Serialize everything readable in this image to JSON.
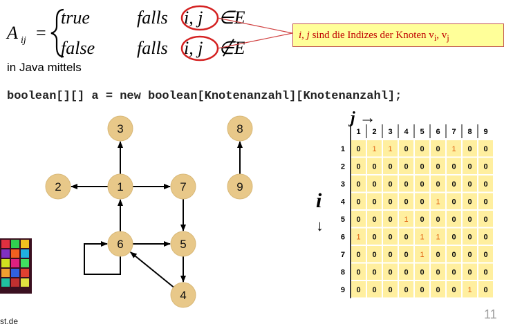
{
  "formula": {
    "lhs_var": "A",
    "lhs_sub": "ij",
    "equals": "=",
    "rows": [
      {
        "value": "true",
        "cond": "falls",
        "pair": "i, j",
        "rel": "∈E"
      },
      {
        "value": "false",
        "cond": "falls",
        "pair": "i, j",
        "rel": "∉E"
      }
    ]
  },
  "note": {
    "pre": "i, j",
    "text": " sind die Indizes der Knoten v",
    "sub1": "i",
    "sep": ", v",
    "sub2": "j"
  },
  "java_line": "in Java  mittels",
  "code_line": "boolean[][] a = new boolean[Knotenanzahl][Knotenanzahl];",
  "graph": {
    "nodes": [
      "1",
      "2",
      "3",
      "4",
      "5",
      "6",
      "7",
      "8",
      "9"
    ],
    "edges": [
      [
        "1",
        "2"
      ],
      [
        "1",
        "3"
      ],
      [
        "1",
        "7"
      ],
      [
        "6",
        "1"
      ],
      [
        "7",
        "5"
      ],
      [
        "6",
        "5"
      ],
      [
        "5",
        "4"
      ],
      [
        "4",
        "6"
      ],
      [
        "6",
        "6"
      ],
      [
        "9",
        "8"
      ]
    ],
    "node_color": "#e8c889"
  },
  "matrix": {
    "col_header": "j →",
    "row_label": "i",
    "arrow_down": "↓",
    "columns": [
      "1",
      "2",
      "3",
      "4",
      "5",
      "6",
      "7",
      "8",
      "9"
    ],
    "rows": [
      {
        "label": "1",
        "cells": [
          "0",
          "1",
          "1",
          "0",
          "0",
          "0",
          "1",
          "0",
          "0"
        ]
      },
      {
        "label": "2",
        "cells": [
          "0",
          "0",
          "0",
          "0",
          "0",
          "0",
          "0",
          "0",
          "0"
        ]
      },
      {
        "label": "3",
        "cells": [
          "0",
          "0",
          "0",
          "0",
          "0",
          "0",
          "0",
          "0",
          "0"
        ]
      },
      {
        "label": "4",
        "cells": [
          "0",
          "0",
          "0",
          "0",
          "0",
          "1",
          "0",
          "0",
          "0"
        ]
      },
      {
        "label": "5",
        "cells": [
          "0",
          "0",
          "0",
          "1",
          "0",
          "0",
          "0",
          "0",
          "0"
        ]
      },
      {
        "label": "6",
        "cells": [
          "1",
          "0",
          "0",
          "0",
          "1",
          "1",
          "0",
          "0",
          "0"
        ]
      },
      {
        "label": "7",
        "cells": [
          "0",
          "0",
          "0",
          "0",
          "1",
          "0",
          "0",
          "0",
          "0"
        ]
      },
      {
        "label": "8",
        "cells": [
          "0",
          "0",
          "0",
          "0",
          "0",
          "0",
          "0",
          "0",
          "0"
        ]
      },
      {
        "label": "9",
        "cells": [
          "0",
          "0",
          "0",
          "0",
          "0",
          "0",
          "0",
          "1",
          "0"
        ]
      }
    ],
    "cell_bg": "#ffef9f",
    "one_color": "#e06010"
  },
  "footer": "st.de",
  "page_number": "11"
}
